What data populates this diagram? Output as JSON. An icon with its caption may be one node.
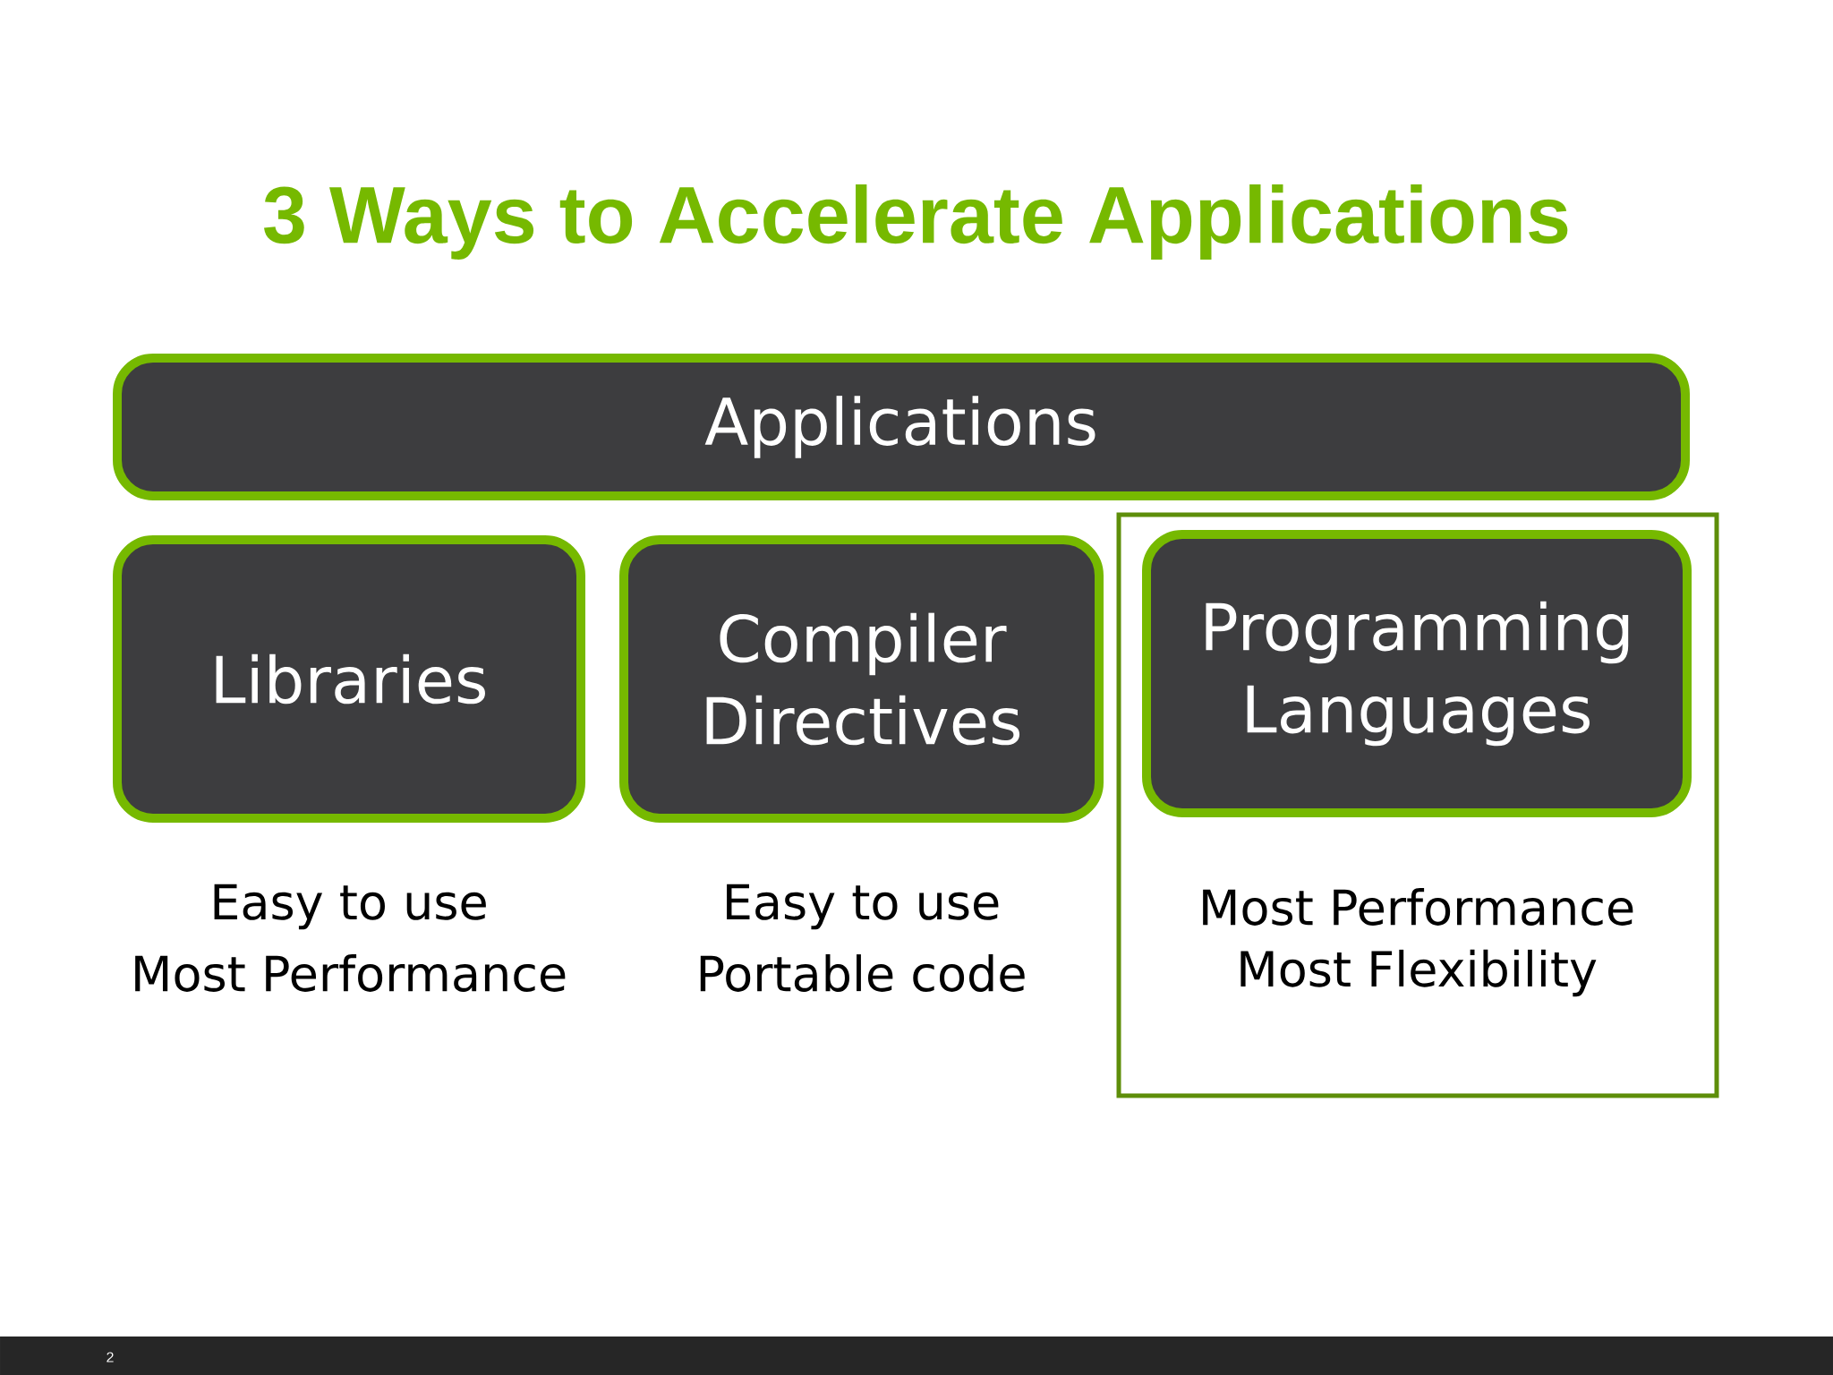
{
  "diagram": {
    "title": "3 Ways to Accelerate Applications",
    "nodes": [
      {
        "text": [
          "Applications"
        ]
      },
      {
        "text": [
          "Libraries"
        ],
        "beside": [
          "Easy to use",
          "Most Performance"
        ]
      },
      {
        "text": [
          "Compiler Directives"
        ],
        "beside": [
          "Easy to use",
          "Portable code"
        ]
      },
      {
        "text": [],
        "shape": "box"
      },
      {
        "text": [
          "Programming Languages"
        ],
        "in": 3,
        "beside": [
          "Most Performance",
          "Most Flexibility"
        ]
      }
    ],
    "labels": [
      "2"
    ]
  }
}
